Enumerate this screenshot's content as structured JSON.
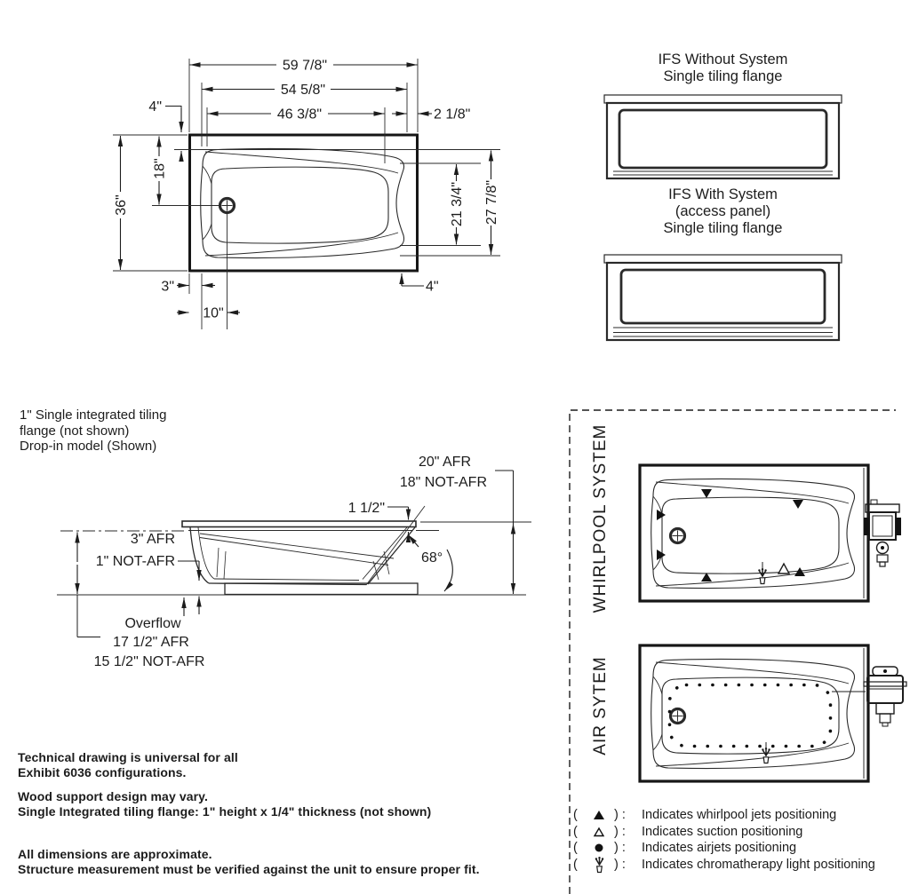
{
  "plan": {
    "dim_width_overall": "59 7/8\"",
    "dim_width_flange": "54 5/8\"",
    "dim_width_well": "46 3/8\"",
    "dim_end_ledge": "2 1/8\"",
    "dim_corner": "4\"",
    "dim_height_overall": "36\"",
    "dim_drain_offset_y": "18\"",
    "dim_well_height": "21 3/4\"",
    "dim_inner_height": "27 7/8\"",
    "dim_side_ledge": "3\"",
    "dim_drain_offset_x": "10\"",
    "dim_end_ledge_bottom": "4\""
  },
  "ifs_without": {
    "line1": "IFS Without System",
    "line2": "Single tiling flange"
  },
  "ifs_with": {
    "line1": "IFS With System",
    "line2": "(access panel)",
    "line3": "Single tiling flange"
  },
  "side_note": {
    "line1": "1\" Single integrated tiling",
    "line2": "flange (not shown)",
    "line3": "Drop-in model (Shown)"
  },
  "side": {
    "dim_rim_afr": "20\" AFR",
    "dim_rim_notafr": "18\" NOT-AFR",
    "dim_rim_thickness": "1 1/2\"",
    "dim_base_afr": "3\" AFR",
    "dim_base_notafr": "1\" NOT-AFR",
    "dim_angle": "68°",
    "overflow_label": "Overflow",
    "overflow_afr": "17 1/2\" AFR",
    "overflow_notafr": "15 1/2\" NOT-AFR"
  },
  "systems": {
    "whirlpool": "WHIRLPOOL SYSTEM",
    "air": "AIR SYTEM"
  },
  "legend": {
    "paren_open": "(",
    "paren_close": ") :",
    "items": [
      {
        "icon": "whirlpool-jet",
        "text": "Indicates whirlpool jets positioning"
      },
      {
        "icon": "suction",
        "text": "Indicates suction positioning"
      },
      {
        "icon": "airjet",
        "text": "Indicates airjets positioning"
      },
      {
        "icon": "chromatherapy-light",
        "text": "Indicates chromatherapy light positioning"
      }
    ]
  },
  "notes": {
    "p1l1": "Technical drawing is universal for all",
    "p1l2": "Exhibit 6036 configurations.",
    "p2l1": "Wood support design may vary.",
    "p2l2": "Single Integrated tiling flange: 1\" height x 1/4\" thickness (not shown)",
    "p3l1": "All dimensions are approximate.",
    "p3l2": "Structure measurement must be verified against the unit to ensure proper fit."
  }
}
